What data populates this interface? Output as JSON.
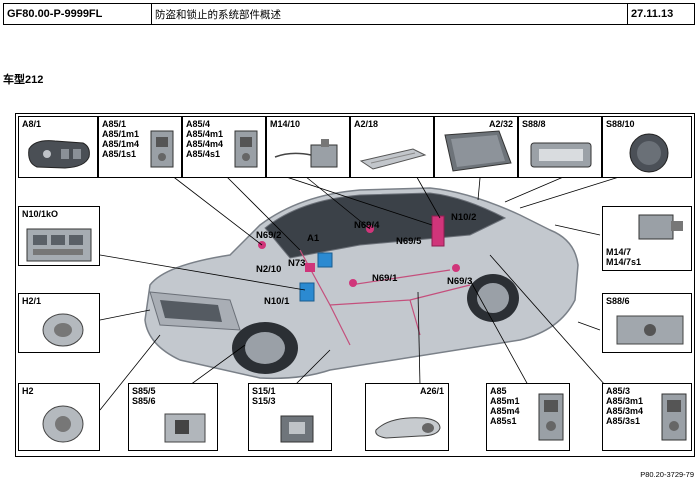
{
  "header": {
    "doc_number": "GF80.00-P-9999FL",
    "title": "防盗和锁止的系统部件概述",
    "date": "27.11.13"
  },
  "model": "车型212",
  "panels": {
    "a8_1": "A8/1",
    "a85_1": "A85/1\nA85/1m1\nA85/1m4\nA85/1s1",
    "a85_4": "A85/4\nA85/4m1\nA85/4m4\nA85/4s1",
    "m14_10": "M14/10",
    "a2_18": "A2/18",
    "a2_32": "A2/32",
    "s88_8": "S88/8",
    "s88_10": "S88/10",
    "n10_1ko": "N10/1kO",
    "m14_7": "M14/7\nM14/7s1",
    "h2_1": "H2/1",
    "s88_6": "S88/6",
    "h2": "H2",
    "s85_5": "S85/5\nS85/6",
    "s15_1": "S15/1\nS15/3",
    "a26_1": "A26/1",
    "a85": "A85\nA85m1\nA85m4\nA85s1",
    "a85_3": "A85/3\nA85/3m1\nA85/3m4\nA85/3s1"
  },
  "callouts": {
    "n69_2": "N69/2",
    "a1": "A1",
    "n69_4": "N69/4",
    "n10_2": "N10/2",
    "n69_5": "N69/5",
    "n2_10": "N2/10",
    "n73": "N73",
    "n69_1": "N69/1",
    "n69_3": "N69/3",
    "n10_1": "N10/1"
  },
  "figure_ref": "P80.20-3729-79"
}
